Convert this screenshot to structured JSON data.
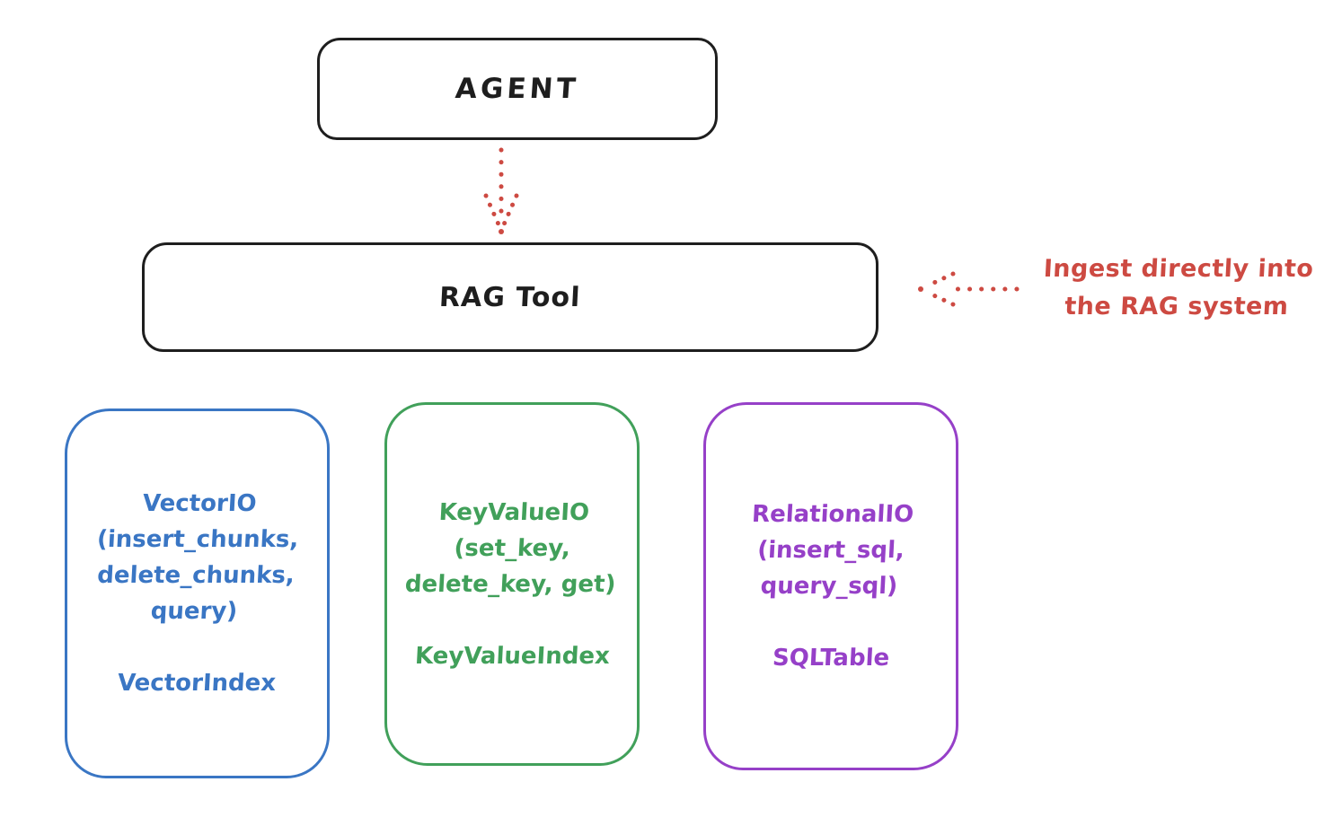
{
  "agent": {
    "label": "AGENT"
  },
  "rag_tool": {
    "label": "RAG Tool"
  },
  "annotation": {
    "text": "Ingest directly into\nthe RAG system"
  },
  "stores": [
    {
      "id": "vector",
      "methods": "VectorIO\n(insert_chunks,\ndelete_chunks,\nquery)",
      "index": "VectorIndex",
      "color": "#3a76c4"
    },
    {
      "id": "keyvalue",
      "methods": "KeyValueIO\n(set_key,\ndelete_key, get)",
      "index": "KeyValueIndex",
      "color": "#41a05a"
    },
    {
      "id": "relational",
      "methods": "RelationalIO\n(insert_sql,\nquery_sql)",
      "index": "SQLTable",
      "color": "#9640c8"
    }
  ],
  "arrows": {
    "agent_to_rag": {
      "style": "dotted",
      "direction": "down",
      "color": "#cd4a42"
    },
    "ingest": {
      "style": "dotted",
      "direction": "left",
      "color": "#cd4a42"
    }
  },
  "colors": {
    "stroke": "#1e1e1e",
    "accent_red": "#cd4a42",
    "vector_blue": "#3a76c4",
    "keyvalue_green": "#41a05a",
    "relational_purple": "#9640c8",
    "background": "#ffffff"
  }
}
